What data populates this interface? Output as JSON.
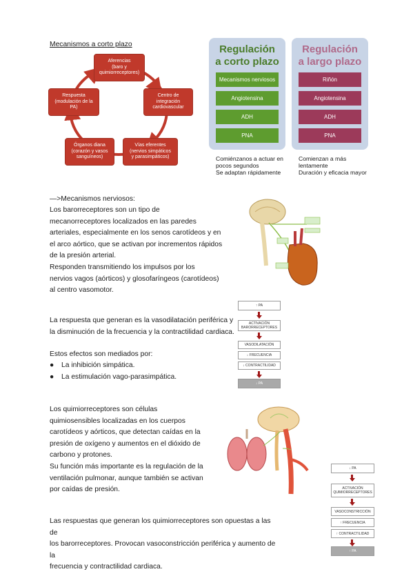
{
  "heading_short": "Mecanismos a corto plazo",
  "cycle": {
    "nodes": [
      "Aferencias\n(baro y\nquimiorreceptores)",
      "Centro de\nintegración\ncardiovascular",
      "Vías eferentes\n(nervios simpáticos\ny parasimpáticos)",
      "Órganos diana\n(corazón y vasos\nsanguíneos)",
      "Respuesta\n(modulación de la\nPA)"
    ],
    "colors": {
      "node": "#c0392b",
      "ring": "#c0392b"
    }
  },
  "regulation": {
    "short": {
      "title": "Regulación\na corto plazo",
      "items": [
        "Mecanismos nerviosos",
        "Angiotensina",
        "ADH",
        "PNA"
      ],
      "caption": "Comiénzanos a actuar en\npocos segundos\nSe adaptan rápidamente",
      "colors": {
        "bg": "#c8d4e6",
        "title": "#4a7c2a",
        "item": "#5e9c2f"
      }
    },
    "long": {
      "title": "Regulación\na largo plazo",
      "items": [
        "Riñón",
        "Angiotensina",
        "ADH",
        "PNA"
      ],
      "caption": "Comienzan a más\nlentamente\nDuración y eficacia mayor",
      "colors": {
        "bg": "#c8d4e6",
        "title": "#b06a8a",
        "item": "#9c3a5a"
      }
    }
  },
  "nervous": {
    "heading": "—>Mecanismos nerviosos:",
    "paragraph": [
      "Los barorreceptores son un tipo de",
      "mecanorreceptores localizados en las paredes",
      "arteriales, especialmente en los senos carotídeos y en",
      "el arco aórtico, que se activan por incrementos rápidos",
      "de la presión arterial.",
      "Responden transmitiendo los impulsos por los",
      "nervios vagos (aórticos) y glosofaríngeos (carotídeos)",
      "al centro vasomotor."
    ],
    "response": [
      "La respuesta que generan es la vasodilatación periférica y",
      "la disminución de la frecuencia y la contractilidad cardiaca."
    ],
    "mediated_intro": "Estos efectos son mediados por:",
    "bullets": [
      "La inhibición simpática.",
      "La estimulación vago-parasimpática."
    ]
  },
  "flow1": {
    "top": "↑ PA",
    "mid": "ACTIVACIÓN\nBARORRECEPTORES",
    "effects": [
      "VASODILATACIÓN",
      "↓ FRECUENCIA",
      "↓ CONTRACTILIDAD"
    ],
    "bottom": "↓ PA"
  },
  "chemo": {
    "paragraph": [
      "Los quimiorreceptores son células",
      "quimiosensibles localizadas en los cuerpos",
      "carotídeos y aórticos, que detectan caídas en la",
      "presión de oxígeno y aumentos en el dióxido de",
      "carbono y protones.",
      "Su función más importante es la regulación de la",
      "ventilación pulmonar, aunque también se activan",
      "por caídas de presión."
    ],
    "response": [
      "Las respuestas que generan los quimiorreceptores son opuestas a las de",
      "los barorreceptores. Provocan vasoconstricción periférica y aumento de la",
      "frecuencia y contractilidad cardiaca."
    ]
  },
  "flow2": {
    "top": "↓ PA",
    "mid": "ACTIVACIÓN\nQUIMIORRECEPTORES",
    "effects": [
      "VASOCONSTRICCIÓN",
      "↑ FRECUENCIA",
      "↑ CONTRACTILIDAD"
    ],
    "bottom": "↑ PA"
  }
}
